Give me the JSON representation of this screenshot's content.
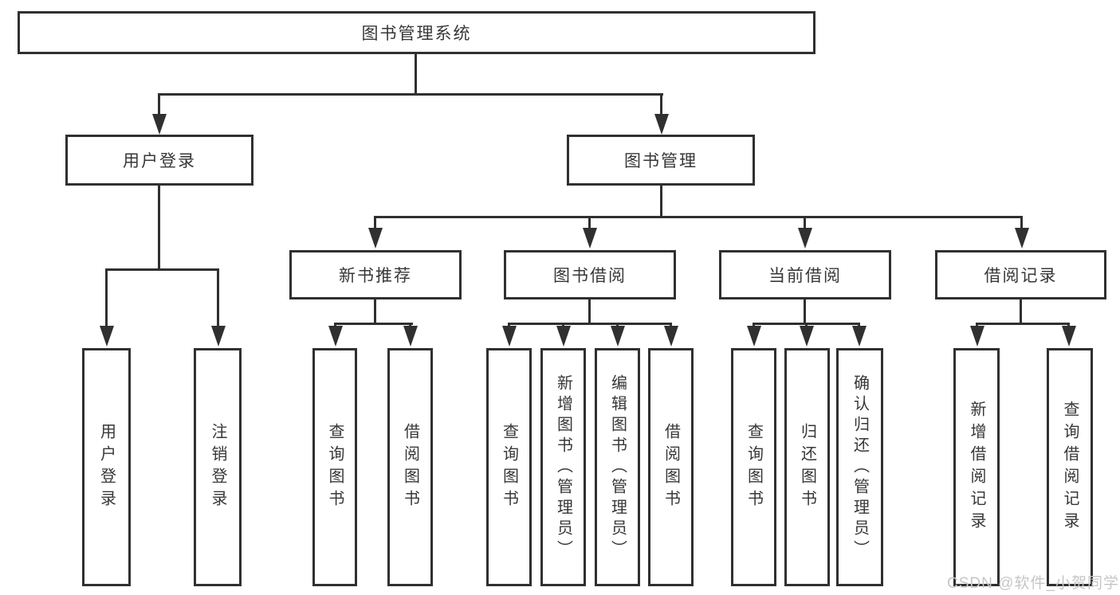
{
  "nodes": {
    "root": "图书管理系统",
    "user_login": "用户登录",
    "book_management": "图书管理",
    "new_book_recommend": "新书推荐",
    "book_borrowing": "图书借阅",
    "current_borrowing": "当前借阅",
    "borrowing_records": "借阅记录",
    "login_user_login": "用户登录",
    "login_logout": "注销登录",
    "recommend_query_books": "查询图书",
    "recommend_borrow_books": "借阅图书",
    "borrowing_query_books": "查询图书",
    "borrowing_add_books": "新增图书（管理员）",
    "borrowing_edit_books": "编辑图书（管理员）",
    "borrowing_borrow_books": "借阅图书",
    "current_query_books": "查询图书",
    "current_return_books": "归还图书",
    "current_confirm_return": "确认归还（管理员）",
    "records_add_record": "新增借阅记录",
    "records_query_record": "查询借阅记录"
  },
  "watermark": "CSDN @软件_小贺同学",
  "colors": {
    "line": "#303030",
    "text": "#373737",
    "watermark": "#c6c6c6",
    "background": "#ffffff"
  }
}
